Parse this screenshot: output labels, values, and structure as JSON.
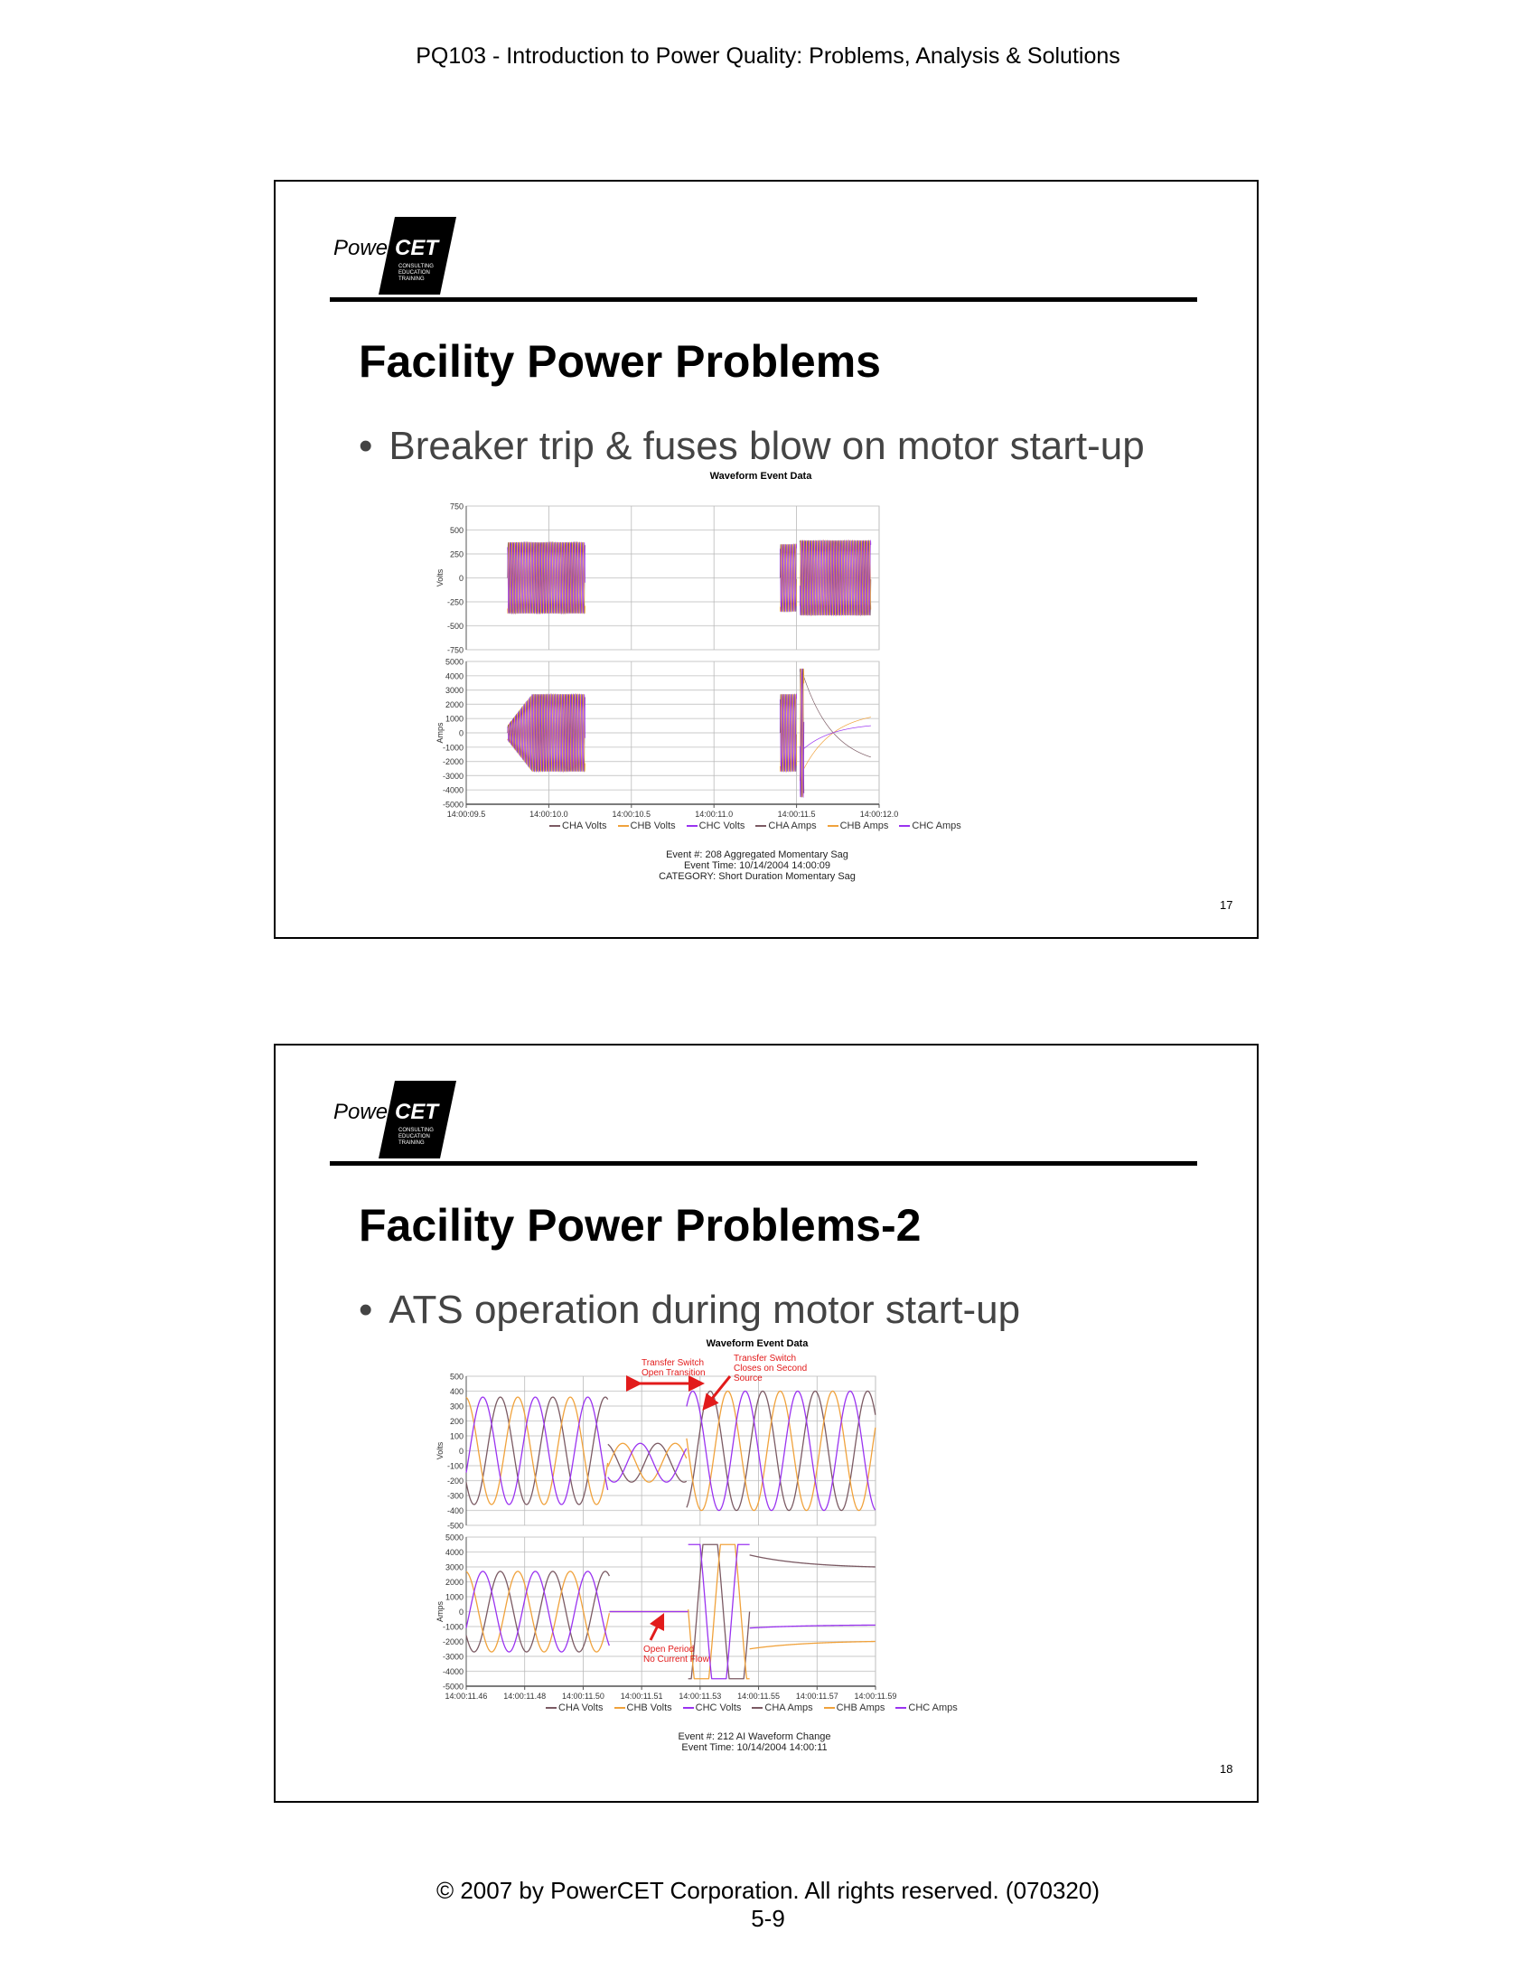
{
  "header": {
    "title": "PQ103 - Introduction to Power Quality: Problems, Analysis & Solutions"
  },
  "footer": {
    "copyright": "© 2007 by PowerCET Corporation.  All rights reserved.  (070320)",
    "page": "5-9"
  },
  "logo": {
    "word_left": "Power",
    "word_right": "CET",
    "tagline": [
      "CONSULTING",
      "EDUCATION",
      "TRAINING"
    ]
  },
  "colors": {
    "CHA": "#7b5a63",
    "CHB": "#f0a23c",
    "CHC": "#9a33f0",
    "annotation": "#e21b1b"
  },
  "slides": [
    {
      "title": "Facility Power Problems",
      "bullet": "Breaker trip & fuses blow on motor start-up",
      "number": "17",
      "event_lines": [
        "Event #:  208  Aggregated Momentary Sag",
        "Event Time:  10/14/2004 14:00:09",
        "CATEGORY: Short Duration Momentary Sag"
      ]
    },
    {
      "title": "Facility Power Problems-2",
      "bullet": "ATS operation during motor start-up",
      "number": "18",
      "event_lines": [
        "Event #:  212  AI Waveform Change",
        "Event Time:  10/14/2004 14:00:11"
      ],
      "annotations": {
        "open_transition": [
          "Transfer Switch",
          "Open Transition"
        ],
        "closes_second": [
          "Transfer Switch",
          "Closes on Second",
          "Source"
        ],
        "open_period": [
          "Open Period",
          "No Current Flow"
        ]
      }
    }
  ],
  "chart_data": [
    {
      "type": "line",
      "title": "Waveform Event Data",
      "xlim": [
        "14:00:09.5",
        "14:00:12.0"
      ],
      "xticks": [
        "14:00:09.5",
        "14:00:10.0",
        "14:00:10.5",
        "14:00:11.0",
        "14:00:11.5",
        "14:00:12.0"
      ],
      "grid": true,
      "legend": [
        "CHA Volts",
        "CHB Volts",
        "CHC Volts",
        "CHA Amps",
        "CHB Amps",
        "CHC Amps"
      ],
      "legend_placement": "bottom",
      "panels": [
        {
          "ylabel": "Volts",
          "ylim": [
            -750,
            750
          ],
          "yticks": [
            750,
            500,
            250,
            0,
            -250,
            -500,
            -750
          ],
          "segments": [
            {
              "series": "all",
              "shape": "sine",
              "from": "14:00:09.75",
              "to": "14:00:10.22",
              "amplitude": 370
            },
            {
              "series": "all",
              "shape": "sine",
              "from": "14:00:11.40",
              "to": "14:00:11.50",
              "amplitude": 350
            },
            {
              "series": "all",
              "shape": "sine",
              "from": "14:00:11.52",
              "to": "14:00:11.95",
              "amplitude": 390
            }
          ]
        },
        {
          "ylabel": "Amps",
          "ylim": [
            -5000,
            5000
          ],
          "yticks": [
            5000,
            4000,
            3000,
            2000,
            1000,
            0,
            -1000,
            -2000,
            -3000,
            -4000,
            -5000
          ],
          "segments": [
            {
              "series": "all",
              "shape": "sine",
              "from": "14:00:09.75",
              "to": "14:00:09.90",
              "amplitude": 500,
              "amplitude_end": 2700
            },
            {
              "series": "all",
              "shape": "sine",
              "from": "14:00:09.90",
              "to": "14:00:10.22",
              "amplitude": 2700
            },
            {
              "series": "all",
              "shape": "sine",
              "from": "14:00:11.40",
              "to": "14:00:11.50",
              "amplitude": 2700
            },
            {
              "series": "all",
              "shape": "sine",
              "from": "14:00:11.52",
              "to": "14:00:11.545",
              "amplitude": 4500
            },
            {
              "series": "CHA",
              "shape": "dc",
              "from": "14:00:11.545",
              "to": "14:00:11.95",
              "start": 3900,
              "end": -1700
            },
            {
              "series": "CHB",
              "shape": "dc",
              "from": "14:00:11.545",
              "to": "14:00:11.95",
              "start": -2500,
              "end": 1100
            },
            {
              "series": "CHC",
              "shape": "dc",
              "from": "14:00:11.545",
              "to": "14:00:11.95",
              "start": -1100,
              "end": 500
            }
          ]
        }
      ]
    },
    {
      "type": "line",
      "title": "Waveform Event Data",
      "xlim": [
        "14:00:11.46",
        "14:00:11.59"
      ],
      "xticks": [
        "14:00:11.46",
        "14:00:11.48",
        "14:00:11.50",
        "14:00:11.51",
        "14:00:11.53",
        "14:00:11.55",
        "14:00:11.57",
        "14:00:11.59"
      ],
      "grid": true,
      "legend": [
        "CHA Volts",
        "CHB Volts",
        "CHC Volts",
        "CHA Amps",
        "CHB Amps",
        "CHC Amps"
      ],
      "legend_placement": "bottom",
      "panels": [
        {
          "ylabel": "Volts",
          "ylim": [
            -500,
            500
          ],
          "yticks": [
            500,
            400,
            300,
            200,
            100,
            0,
            -100,
            -200,
            -300,
            -400,
            -500
          ],
          "segments": [
            {
              "series": "all",
              "shape": "sine",
              "from": "14:00:11.46",
              "to": "14:00:11.505",
              "amplitude": 360
            },
            {
              "series": "all",
              "shape": "sine",
              "from": "14:00:11.505",
              "to": "14:00:11.530",
              "amplitude": 130,
              "offset": -80
            },
            {
              "series": "all",
              "shape": "sine",
              "from": "14:00:11.530",
              "to": "14:00:11.59",
              "amplitude": 400
            }
          ]
        },
        {
          "ylabel": "Amps",
          "ylim": [
            -5000,
            5000
          ],
          "yticks": [
            5000,
            4000,
            3000,
            2000,
            1000,
            0,
            -1000,
            -2000,
            -3000,
            -4000,
            -5000
          ],
          "segments": [
            {
              "series": "all",
              "shape": "sine",
              "from": "14:00:11.46",
              "to": "14:00:11.5055",
              "amplitude": 2700
            },
            {
              "series": "all",
              "shape": "dc",
              "from": "14:00:11.5055",
              "to": "14:00:11.5305",
              "start": 0,
              "end": 0
            },
            {
              "series": "all",
              "shape": "sine",
              "from": "14:00:11.5305",
              "to": "14:00:11.55",
              "amplitude": 7000,
              "clip": 4500
            },
            {
              "series": "CHA",
              "shape": "dc",
              "from": "14:00:11.55",
              "to": "14:00:11.59",
              "start": 3800,
              "end": 3000
            },
            {
              "series": "CHB",
              "shape": "dc",
              "from": "14:00:11.55",
              "to": "14:00:11.59",
              "start": -2500,
              "end": -2000
            },
            {
              "series": "CHC",
              "shape": "dc",
              "from": "14:00:11.55",
              "to": "14:00:11.59",
              "start": -1100,
              "end": -900
            }
          ]
        }
      ]
    }
  ]
}
